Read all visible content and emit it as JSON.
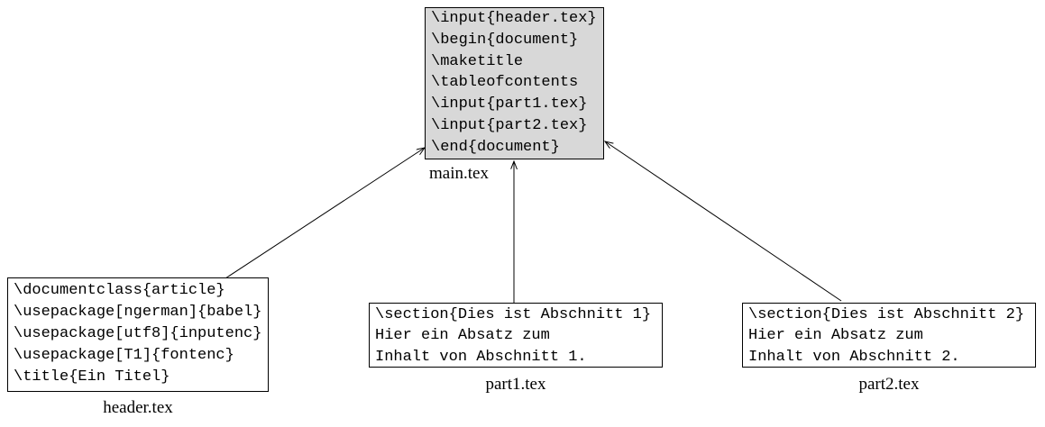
{
  "colors": {
    "background": "#ffffff",
    "main_box_fill": "#d8d8d8",
    "box_border": "#000000",
    "connector": "#000000",
    "text": "#000000"
  },
  "nodes": {
    "main": {
      "label": "main.tex",
      "lines": [
        "\\input{header.tex}",
        "\\begin{document}",
        "\\maketitle",
        "\\tableofcontents",
        "\\input{part1.tex}",
        "\\input{part2.tex}",
        "\\end{document}"
      ]
    },
    "header": {
      "label": "header.tex",
      "lines": [
        "\\documentclass{article}",
        "\\usepackage[ngerman]{babel}",
        "\\usepackage[utf8]{inputenc}",
        "\\usepackage[T1]{fontenc}",
        "\\title{Ein Titel}"
      ]
    },
    "part1": {
      "label": "part1.tex",
      "lines": [
        "\\section{Dies ist Abschnitt 1}",
        "Hier ein Absatz zum",
        "Inhalt von Abschnitt 1."
      ]
    },
    "part2": {
      "label": "part2.tex",
      "lines": [
        "\\section{Dies ist Abschnitt 2}",
        "Hier ein Absatz zum",
        "Inhalt von Abschnitt 2."
      ]
    }
  },
  "edges": [
    {
      "from": "header.tex",
      "to": "main.tex"
    },
    {
      "from": "part1.tex",
      "to": "main.tex"
    },
    {
      "from": "part2.tex",
      "to": "main.tex"
    }
  ]
}
